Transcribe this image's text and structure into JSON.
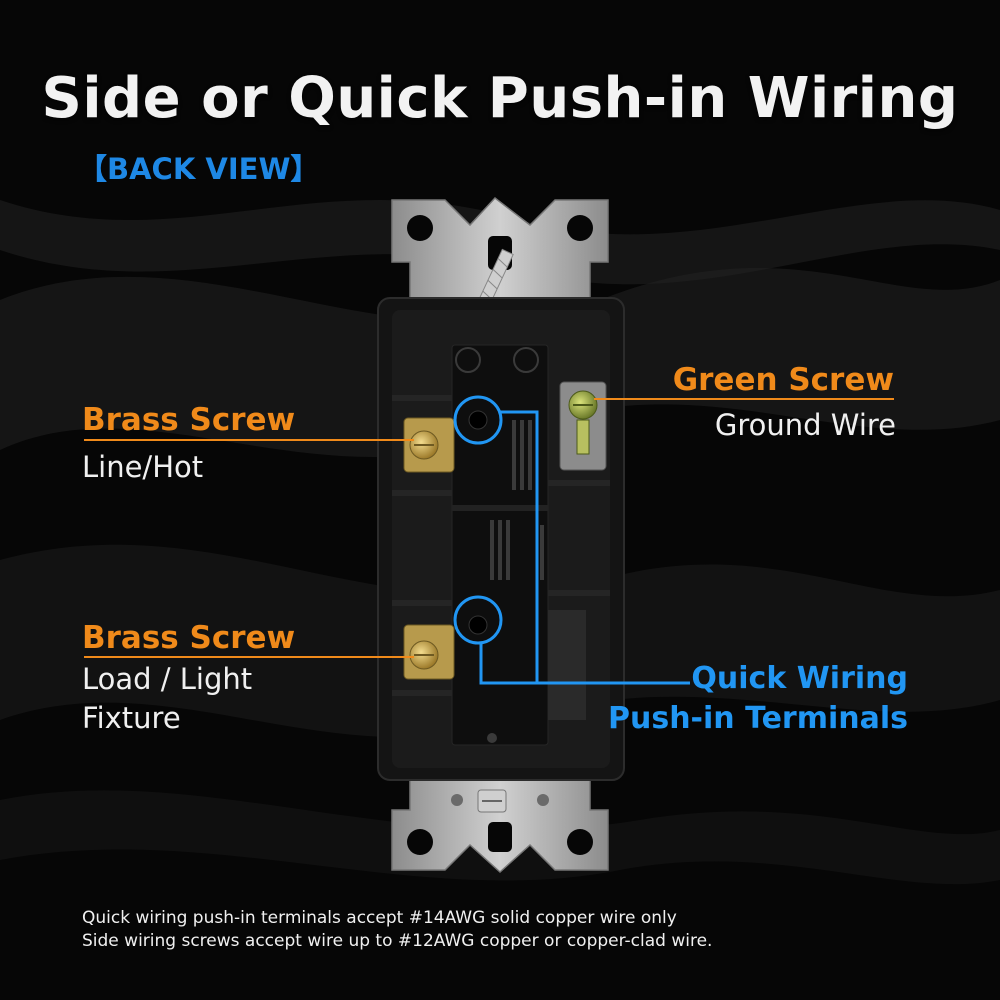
{
  "title": "Side or Quick Push-in Wiring",
  "subtitle": "【BACK VIEW】",
  "callouts": {
    "brass_line": {
      "title": "Brass Screw",
      "desc": "Line/Hot"
    },
    "brass_load": {
      "title": "Brass Screw",
      "desc_line1": "Load / Light",
      "desc_line2": "Fixture"
    },
    "green": {
      "title": "Green Screw",
      "desc": "Ground Wire"
    },
    "quick": {
      "line1": "Quick Wiring",
      "line2": "Push-in Terminals"
    }
  },
  "footnotes": [
    "Quick wiring push-in terminals accept #14AWG solid copper wire only",
    "Side wiring screws accept wire up to #12AWG copper or copper-clad wire."
  ],
  "colors": {
    "orange": "#f08a1a",
    "blue": "#2196f3",
    "background": "#050505",
    "switch_body": "#161616",
    "metal_strap": "#b9b9b9",
    "brass": "#c8a24a",
    "green_screw": "#9aa94a"
  }
}
